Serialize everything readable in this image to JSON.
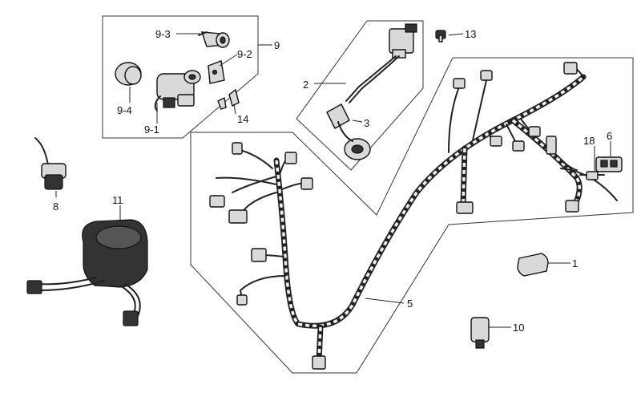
{
  "labels": {
    "p1": "1",
    "p2": "2",
    "p3": "3",
    "p5": "5",
    "p6": "6",
    "p8": "8",
    "p9": "9",
    "p9_1": "9-1",
    "p9_2": "9-2",
    "p9_3": "9-3",
    "p9_4": "9-4",
    "p10": "10",
    "p11": "11",
    "p13": "13",
    "p14": "14",
    "p18": "18"
  }
}
